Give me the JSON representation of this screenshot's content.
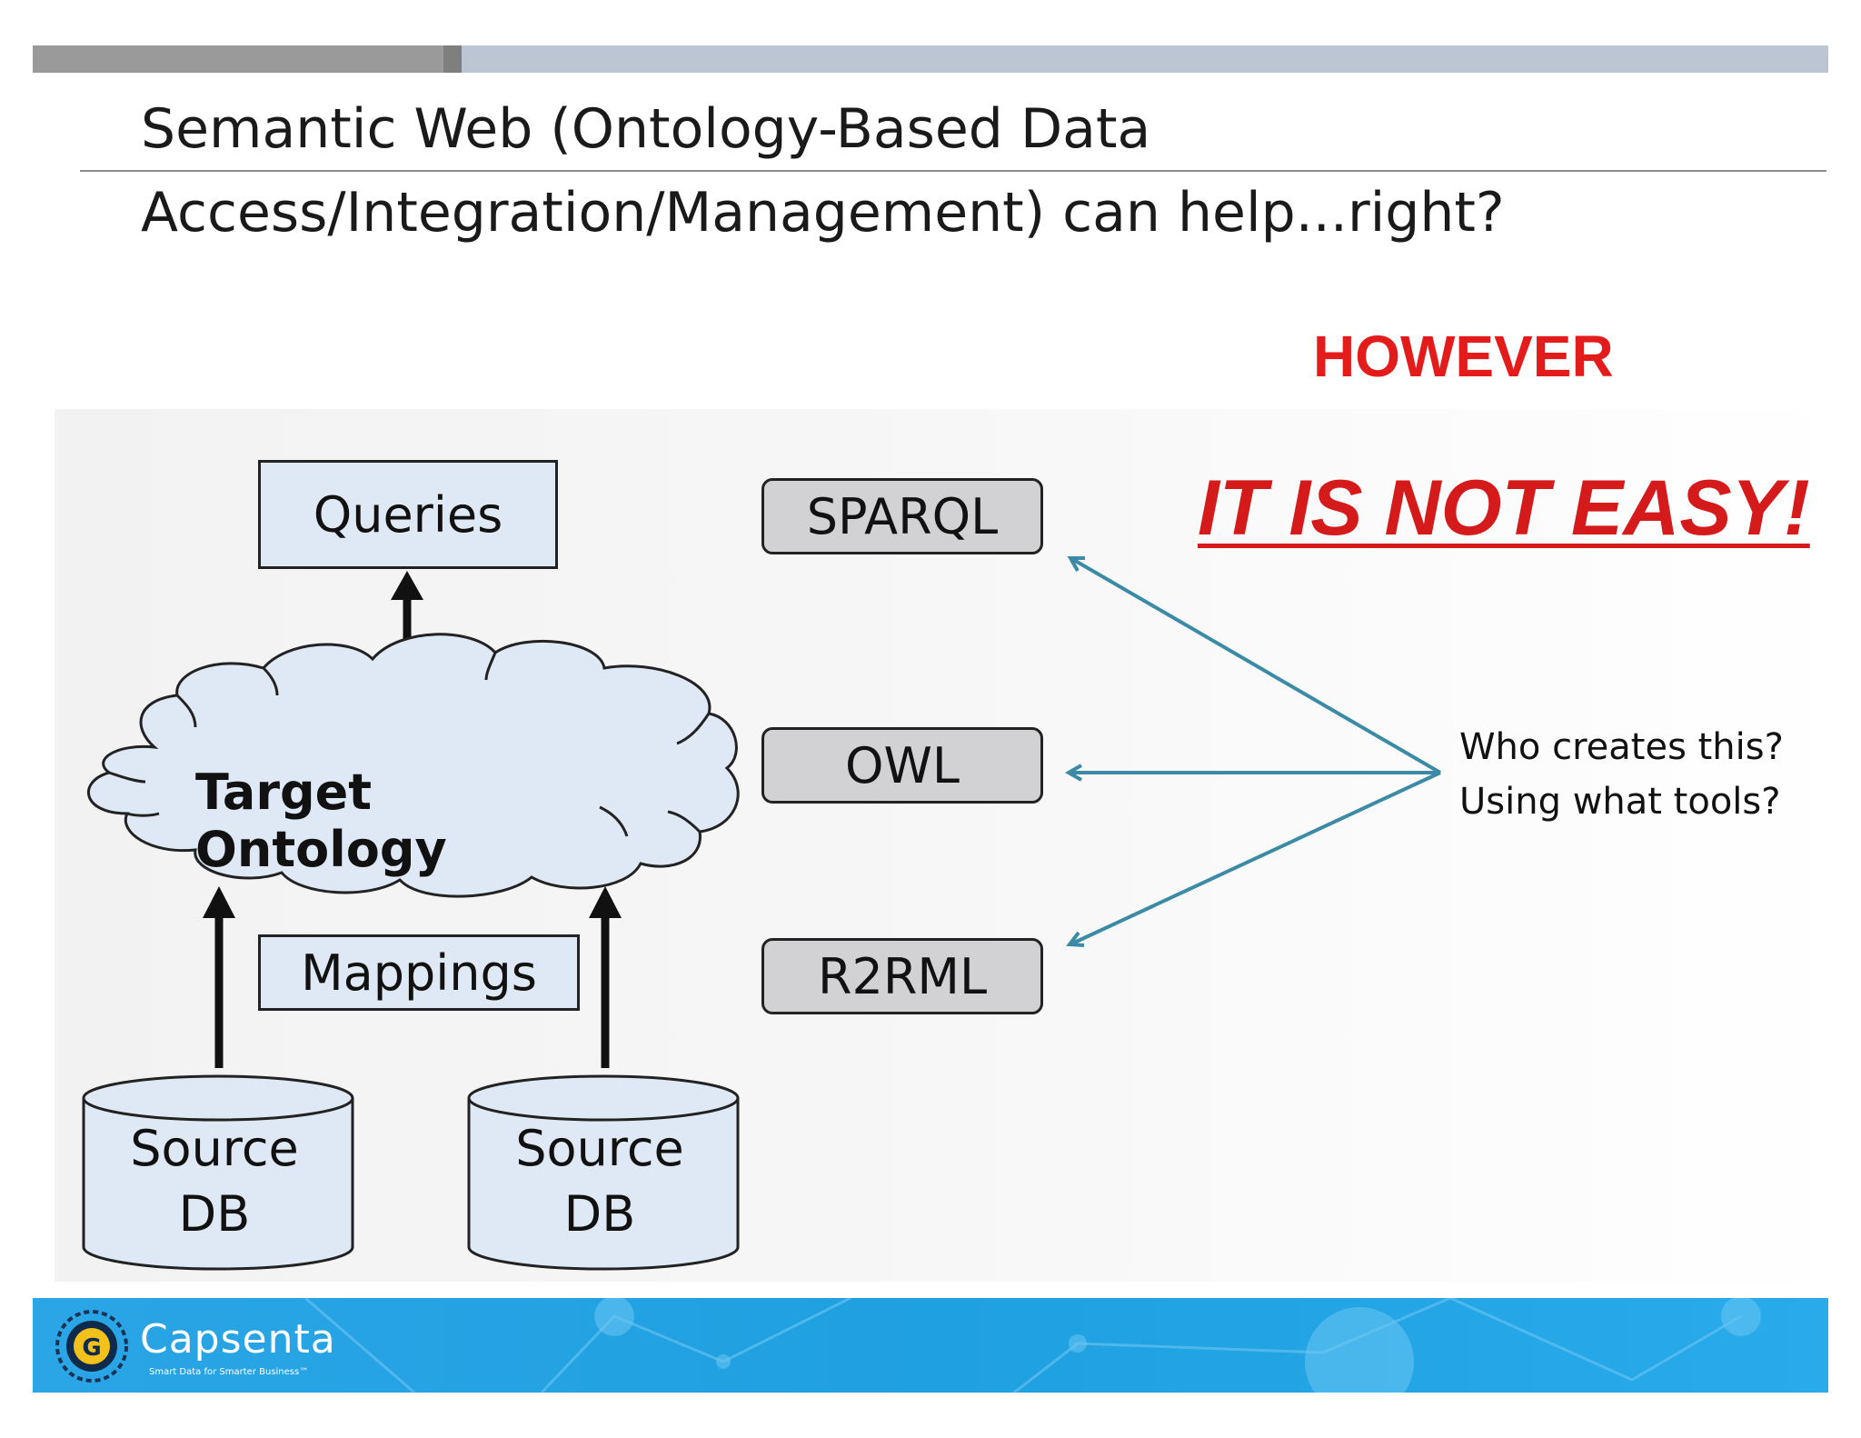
{
  "slide": {
    "title_line1": "Semantic Web (Ontology-Based Data",
    "title_line2": "Access/Integration/Management) can help...right?",
    "however": "HOWEVER",
    "not_easy": "IT IS NOT EASY!",
    "question_line1": "Who creates this?",
    "question_line2": "Using what tools?"
  },
  "diagram": {
    "queries": "Queries",
    "target_ontology": "Target Ontology",
    "mappings": "Mappings",
    "source_db_1_line1": "Source",
    "source_db_1_line2": "DB",
    "source_db_2_line1": "Source",
    "source_db_2_line2": "DB",
    "sparql": "SPARQL",
    "owl": "OWL",
    "r2rml": "R2RML"
  },
  "footer": {
    "brand_name": "Capsenta",
    "brand_tagline": "Smart Data for Smarter Business™"
  },
  "colors": {
    "accent_red": "#e31b1b",
    "arrow_teal": "#3b8aa6",
    "footer_blue": "#22a3e4",
    "box_fill": "#dfe8f5",
    "lang_box_fill": "#d2d2d4"
  }
}
